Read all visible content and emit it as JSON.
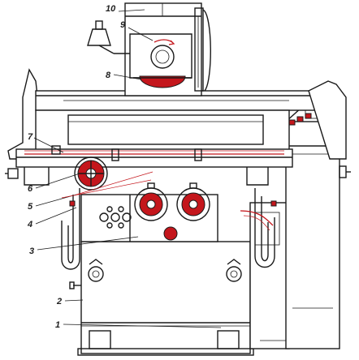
{
  "diagram": {
    "callouts": [
      "1",
      "2",
      "3",
      "4",
      "5",
      "6",
      "7",
      "8",
      "9",
      "10"
    ]
  },
  "colors": {
    "line": "#1a1a1a",
    "accent_red": "#c4161c",
    "background": "#ffffff"
  }
}
